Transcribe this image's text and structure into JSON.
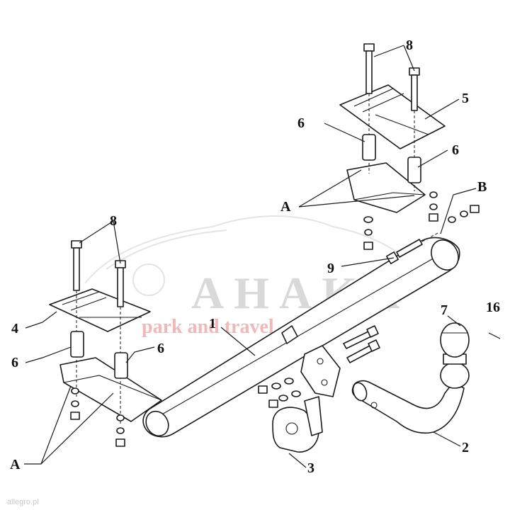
{
  "watermark": {
    "brand": "AHAKA",
    "tagline": "park and travel",
    "brand_color": "#d9d9d9",
    "tagline_color": "#f2b8b8"
  },
  "footer": {
    "text": "allegro.pl"
  },
  "callouts": {
    "c1": "1",
    "c2": "2",
    "c3": "3",
    "c4": "4",
    "c5": "5",
    "c6a": "6",
    "c6b": "6",
    "c6c": "6",
    "c6d": "6",
    "c7": "7",
    "c8a": "8",
    "c8b": "8",
    "c9": "9",
    "c16": "16",
    "cA1": "A",
    "cA2": "A",
    "cB": "B"
  }
}
